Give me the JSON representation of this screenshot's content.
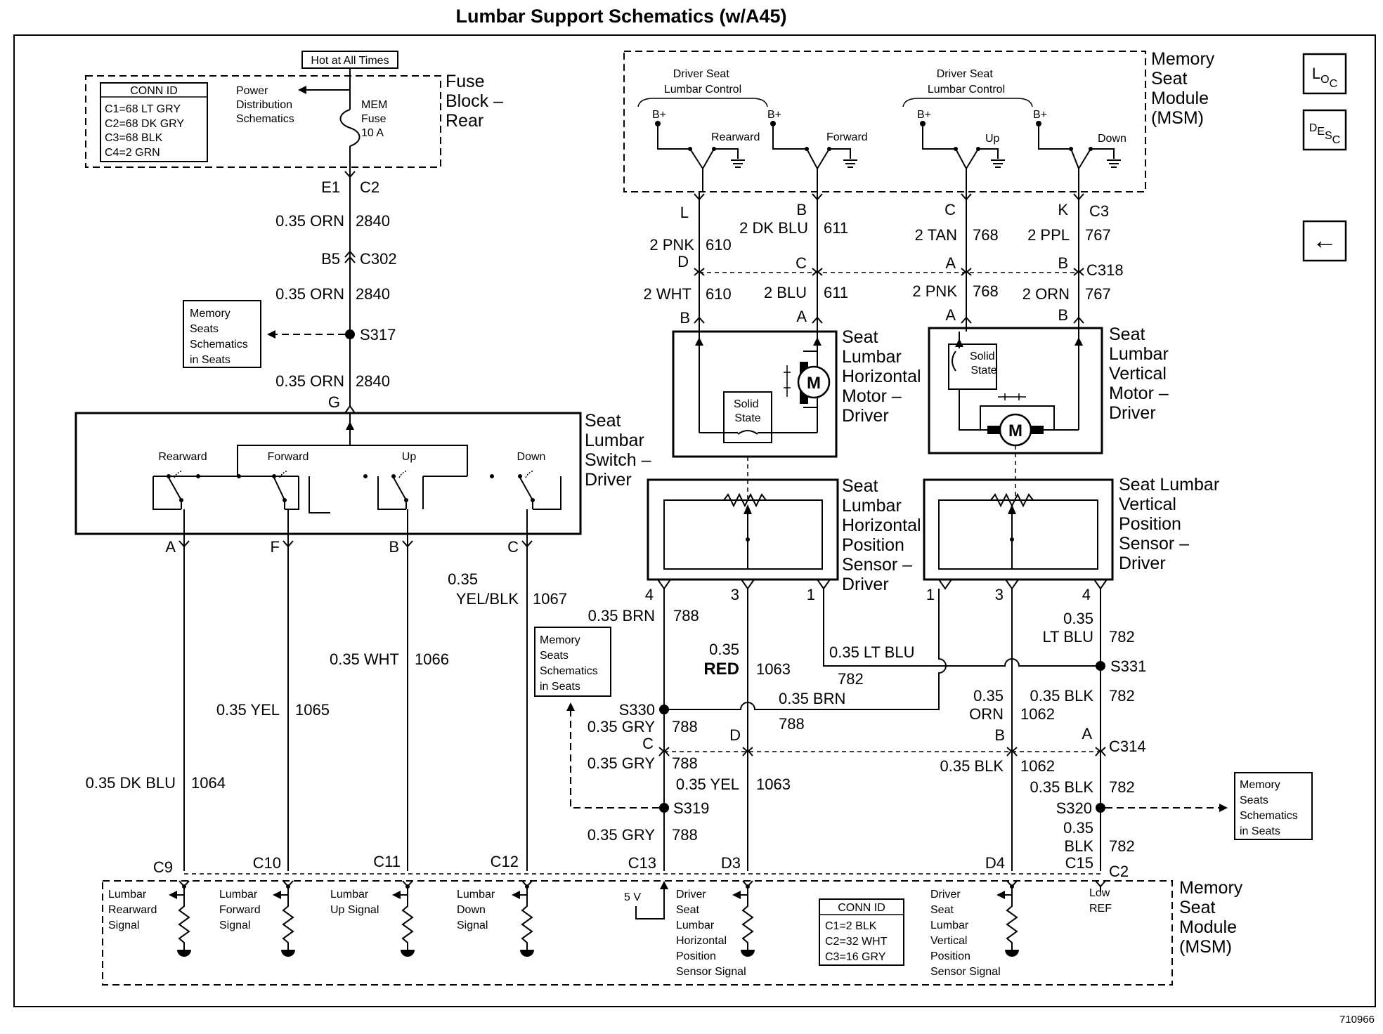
{
  "title": "Lumbar Support Schematics (w/A45)",
  "nav": {
    "loc": "LOC",
    "desc": "DESC",
    "back": "←"
  },
  "figure_id": "710966",
  "fuse_block": {
    "hot_label": "Hot at All Times",
    "conn_title": "CONN ID",
    "conn_rows": [
      "C1=68 LT GRY",
      "C2=68 DK GRY",
      "C3=68 BLK",
      "C4=2 GRN"
    ],
    "power_ref": [
      "Power",
      "Distribution",
      "Schematics"
    ],
    "fuse": [
      "MEM",
      "Fuse",
      "10 A"
    ],
    "label": [
      "Fuse",
      "Block –",
      "Rear"
    ],
    "pin_e1": "E1",
    "pin_c2": "C2"
  },
  "feed": {
    "wire1": "0.35 ORN",
    "circ1": "2840",
    "c302_pin": "B5",
    "c302": "C302",
    "wire2": "0.35 ORN",
    "circ2": "2840",
    "s317": "S317",
    "memory_ref": [
      "Memory",
      "Seats",
      "Schematics",
      "in Seats"
    ],
    "wire3": "0.35 ORN",
    "circ3": "2840",
    "pin_g": "G"
  },
  "switch": {
    "label": [
      "Seat",
      "Lumbar",
      "Switch –",
      "Driver"
    ],
    "positions": [
      "Rearward",
      "Forward",
      "Up",
      "Down"
    ],
    "pins": [
      "A",
      "F",
      "B",
      "C"
    ]
  },
  "switch_wires": [
    {
      "size": "0.35 DK BLU",
      "circuit": "1064",
      "conn": "C9"
    },
    {
      "size": "0.35 YEL",
      "circuit": "1065",
      "conn": "C10"
    },
    {
      "size": "0.35 WHT",
      "circuit": "1066",
      "conn": "C11"
    },
    {
      "size_a": "0.35",
      "size_b": "YEL/BLK",
      "circuit": "1067",
      "conn": "C12"
    }
  ],
  "msm_top": {
    "label": [
      "Memory",
      "Seat",
      "Module",
      "(MSM)"
    ],
    "group1": [
      "Driver Seat",
      "Lumbar Control"
    ],
    "group2": [
      "Driver Seat",
      "Lumbar Control"
    ],
    "bplus": "B+",
    "relays": [
      "Rearward",
      "Forward",
      "Up",
      "Down"
    ],
    "pins": [
      "L",
      "B",
      "C",
      "K"
    ],
    "conn": "C3"
  },
  "motor_wires_upper": [
    {
      "size": "2 PNK",
      "circuit": "610"
    },
    {
      "size": "2 DK BLU",
      "circuit": "611"
    },
    {
      "size": "2 TAN",
      "circuit": "768"
    },
    {
      "size": "2 PPL",
      "circuit": "767"
    }
  ],
  "c318": {
    "pins": [
      "D",
      "C",
      "A",
      "B"
    ],
    "label": "C318"
  },
  "motor_wires_lower": [
    {
      "size": "2 WHT",
      "circuit": "610"
    },
    {
      "size": "2 BLU",
      "circuit": "611"
    },
    {
      "size": "2 PNK",
      "circuit": "768"
    },
    {
      "size": "2 ORN",
      "circuit": "767"
    }
  ],
  "motor_pins": [
    "B",
    "A",
    "A",
    "B"
  ],
  "h_motor": {
    "label": [
      "Seat",
      "Lumbar",
      "Horizontal",
      "Motor –",
      "Driver"
    ],
    "solid_state": [
      "Solid",
      "State"
    ],
    "motor_symbol": "M"
  },
  "v_motor": {
    "label": [
      "Seat",
      "Lumbar",
      "Vertical",
      "Motor –",
      "Driver"
    ],
    "solid_state": [
      "Solid",
      "State"
    ],
    "motor_symbol": "M"
  },
  "h_sensor": {
    "label": [
      "Seat",
      "Lumbar",
      "Horizontal",
      "Position",
      "Sensor –",
      "Driver"
    ],
    "pins": [
      "4",
      "3",
      "1"
    ]
  },
  "v_sensor": {
    "label": [
      "Seat Lumbar",
      "Vertical",
      "Position",
      "Sensor –",
      "Driver"
    ],
    "pins": [
      "1",
      "3",
      "4"
    ]
  },
  "sensor_wiring": {
    "brn_788": "0.35 BRN",
    "c_788": "788",
    "red_a": "0.35",
    "red_b": "RED",
    "c_1063": "1063",
    "ltblu_mid": "0.35 LT BLU",
    "c_782_mid": "782",
    "ltblu_a": "0.35",
    "ltblu_b": "LT BLU",
    "c_782_right": "782",
    "s331": "S331",
    "memory_ref": [
      "Memory",
      "Seats",
      "Schematics",
      "in Seats"
    ],
    "s330": "S330",
    "brn_mid": "0.35 BRN",
    "c_788_mid": "788",
    "orn_a": "0.35",
    "orn_b": "ORN",
    "c_1062": "1062",
    "blk_782": "0.35 BLK",
    "c_782_blk": "782",
    "gry_1": "0.35 GRY",
    "c_788_1": "788",
    "c314_pins": [
      "C",
      "D",
      "B",
      "A"
    ],
    "c314": "C314",
    "gry_2": "0.35 GRY",
    "c_788_2": "788",
    "blk_1062": "0.35 BLK",
    "c_1062_2": "1062",
    "yel_1063": "0.35 YEL",
    "c_1063_2": "1063",
    "blk_782_2": "0.35 BLK",
    "c_782_2": "782",
    "s319": "S319",
    "s320": "S320",
    "memory_ref2": [
      "Memory",
      "Seats",
      "Schematics",
      "in Seats"
    ],
    "gry_3": "0.35 GRY",
    "c_788_3": "788",
    "blk_a": "0.35",
    "blk_b": "BLK",
    "c_782_3": "782",
    "conns": [
      "C13",
      "D3",
      "D4",
      "C15",
      "C2"
    ]
  },
  "msm_bottom": {
    "label": [
      "Memory",
      "Seat",
      "Module",
      "(MSM)"
    ],
    "signals": [
      [
        "Lumbar",
        "Rearward",
        "Signal"
      ],
      [
        "Lumbar",
        "Forward",
        "Signal"
      ],
      [
        "Lumbar",
        "Up Signal"
      ],
      [
        "Lumbar",
        "Down",
        "Signal"
      ]
    ],
    "five_v": "5 V",
    "h_sensor_signal": [
      "Driver",
      "Seat",
      "Lumbar",
      "Horizontal",
      "Position",
      "Sensor Signal"
    ],
    "v_sensor_signal": [
      "Driver",
      "Seat",
      "Lumbar",
      "Vertical",
      "Position",
      "Sensor Signal"
    ],
    "low_ref": [
      "Low",
      "REF"
    ],
    "conn_title": "CONN ID",
    "conn_rows": [
      "C1=2 BLK",
      "C2=32 WHT",
      "C3=16 GRY"
    ]
  }
}
